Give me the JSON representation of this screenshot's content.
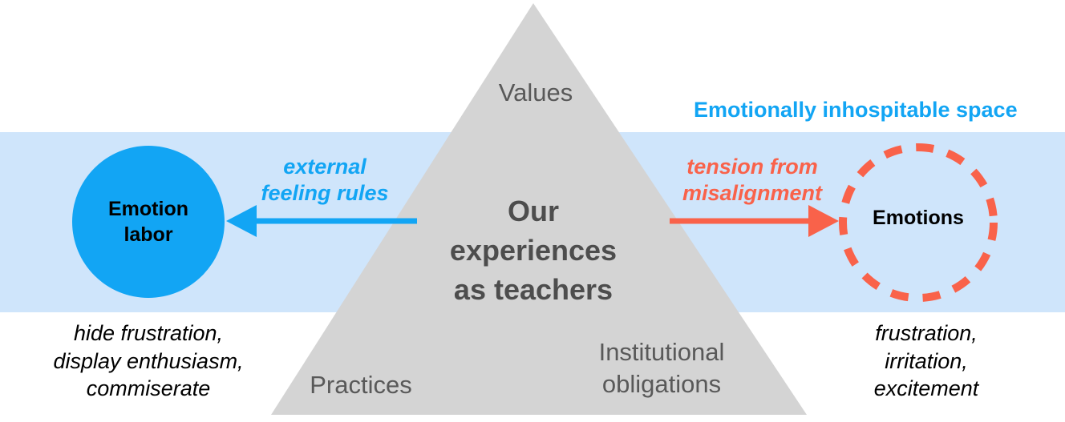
{
  "colors": {
    "band": "#CFE5FB",
    "triangle": "#D4D4D4",
    "blue": "#12A5F4",
    "red": "#F9624A",
    "triangle_text": "#595959",
    "center_text": "#4D4D4D",
    "black": "#000000",
    "background": "#FFFFFF"
  },
  "band": {
    "label": "Emotionally inhospitable space"
  },
  "triangle": {
    "apex_label": "Values",
    "bottom_left_label": "Practices",
    "bottom_right_label_line1": "Institutional",
    "bottom_right_label_line2": "obligations",
    "center_line1": "Our",
    "center_line2": "experiences",
    "center_line3": "as teachers"
  },
  "left_node": {
    "label_line1": "Emotion",
    "label_line2": "labor",
    "shape": "filled-circle"
  },
  "right_node": {
    "label": "Emotions",
    "shape": "dashed-circle"
  },
  "left_arrow": {
    "label_line1": "external",
    "label_line2": "feeling rules",
    "direction": "left"
  },
  "right_arrow": {
    "label_line1": "tension from",
    "label_line2": "misalignment",
    "direction": "right"
  },
  "left_examples": {
    "line1": "hide frustration,",
    "line2": "display enthusiasm,",
    "line3": "commiserate"
  },
  "right_examples": {
    "line1": "frustration,",
    "line2": "irritation,",
    "line3": "excitement"
  }
}
